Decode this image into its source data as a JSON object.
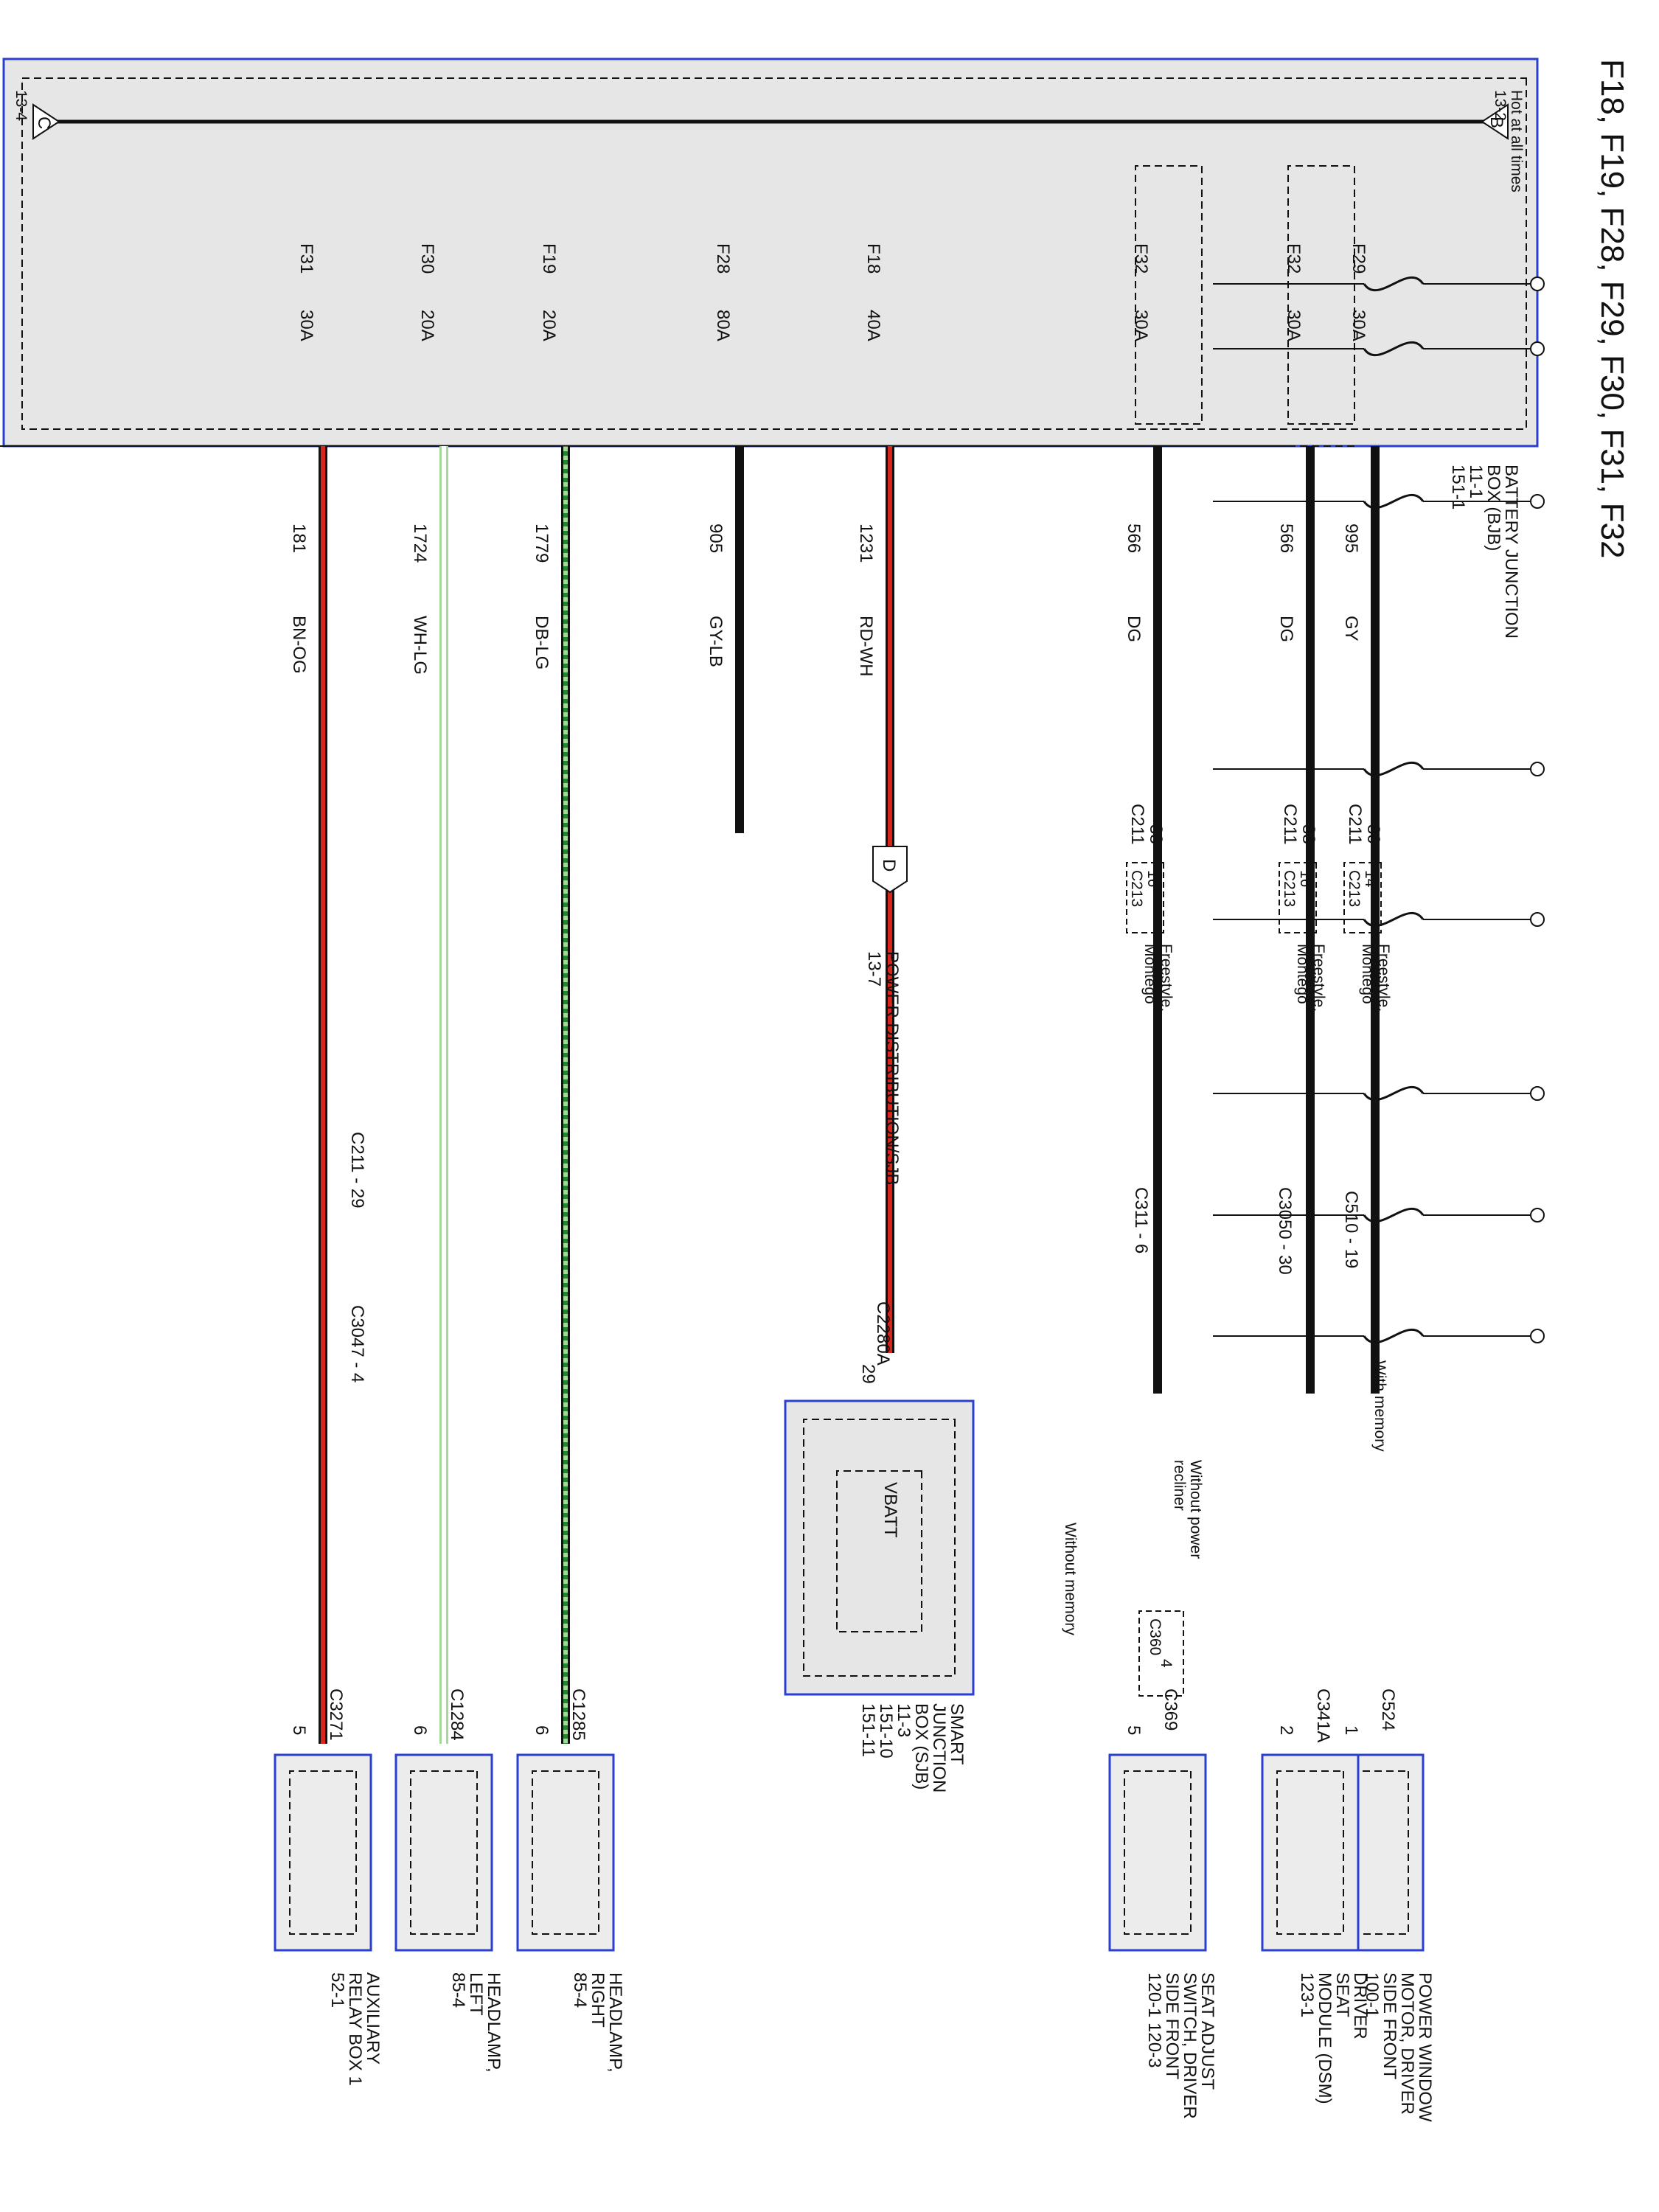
{
  "page_title": "F18, F19, F28, F29, F30, F31, F32",
  "colors": {
    "black": "#111111",
    "red": "#d8261c",
    "green": "#1f8a2b",
    "light_green": "#a5d99a",
    "box_fill": "#ececec",
    "box_border": "#2b3fcf"
  },
  "bjb": {
    "name_lines": [
      "BATTERY JUNCTION",
      "BOX (BJB)",
      "11-1",
      "151-1"
    ],
    "hot_label": "Hot at all times",
    "hot_ref": "13-2",
    "left_tag": "C",
    "left_ref": "13-4",
    "right_tag": "B"
  },
  "fuses": [
    {
      "id": "F29",
      "rating": "30A"
    },
    {
      "id": "F32",
      "rating": "30A"
    },
    {
      "id": "F32",
      "rating": "30A"
    },
    {
      "id": "F18",
      "rating": "40A"
    },
    {
      "id": "F28",
      "rating": "80A"
    },
    {
      "id": "F19",
      "rating": "20A"
    },
    {
      "id": "F30",
      "rating": "20A"
    },
    {
      "id": "F31",
      "rating": "30A"
    }
  ],
  "wires": [
    {
      "circuit": "995",
      "color": "GY"
    },
    {
      "circuit": "566",
      "color": "DG"
    },
    {
      "circuit": "566",
      "color": "DG"
    },
    {
      "circuit": "1231",
      "color": "RD-WH"
    },
    {
      "circuit": "905",
      "color": "GY-LB"
    },
    {
      "circuit": "1779",
      "color": "DB-LG"
    },
    {
      "circuit": "1724",
      "color": "WH-LG"
    },
    {
      "circuit": "181",
      "color": "BN-OG"
    }
  ],
  "c211": {
    "name": "C211",
    "pins": [
      "30",
      "38",
      "38"
    ],
    "alt_name": "C213",
    "alt_pins": [
      "14",
      "16",
      "16"
    ],
    "vehicles_1": "Freestyle,",
    "vehicles_2": "Montego"
  },
  "inline_connectors": {
    "c510": "C510  -  19",
    "c3050": "C3050  -  30",
    "c311": "C311  -  6",
    "c211_29": "C211  -  29",
    "c3047": "C3047  -  4"
  },
  "options": {
    "with_memory": "With memory",
    "without_memory": "Without memory",
    "without_recliner_1": "Without power",
    "without_recliner_2": "recliner"
  },
  "power_dist": {
    "tag": "D",
    "name": "POWER DISTRIBUTION/SJB",
    "ref": "13-7"
  },
  "sjb": {
    "connector": "C2280A",
    "pin": "29",
    "inner": "VBATT",
    "name_lines": [
      "SMART",
      "JUNCTION",
      "BOX (SJB)",
      "11-3",
      "151-10",
      "151-11"
    ]
  },
  "c360": {
    "name": "C360",
    "pin": "4"
  },
  "components": [
    {
      "connector": "C524",
      "pin": "1",
      "lines": [
        "POWER WINDOW",
        "MOTOR, DRIVER",
        "SIDE FRONT",
        "100-1"
      ]
    },
    {
      "connector": "C341A",
      "pin": "2",
      "lines": [
        "DRIVER",
        "SEAT",
        "MODULE (DSM)",
        "123-1"
      ]
    },
    {
      "connector": "C369",
      "pin": "5",
      "lines": [
        "SEAT ADJUST",
        "SWITCH, DRIVER",
        "SIDE FRONT",
        "120-1   120-3"
      ]
    },
    {
      "connector": "C1285",
      "pin": "6",
      "lines": [
        "HEADLAMP,",
        "RIGHT",
        "85-4"
      ]
    },
    {
      "connector": "C1284",
      "pin": "6",
      "lines": [
        "HEADLAMP,",
        "LEFT",
        "85-4"
      ]
    },
    {
      "connector": "C3271",
      "pin": "5",
      "lines": [
        "AUXILIARY",
        "RELAY BOX 1",
        "52-1"
      ]
    }
  ]
}
